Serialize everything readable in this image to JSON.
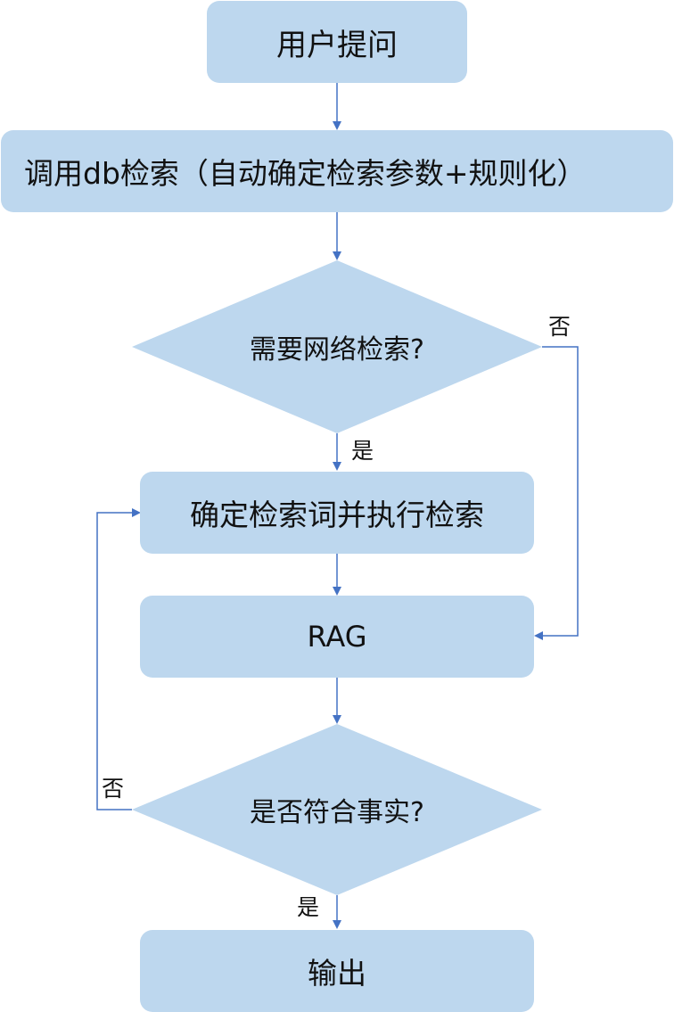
{
  "nodes": {
    "user_question": "用户提问",
    "db_search": "调用db检索（自动确定检索参数+规则化）",
    "need_web_search": "需要网络检索?",
    "determine_terms": "确定检索词并执行检索",
    "rag": "RAG",
    "fact_check": "是否符合事实?",
    "output": "输出"
  },
  "edge_labels": {
    "web_yes": "是",
    "web_no": "否",
    "fact_yes": "是",
    "fact_no": "否"
  },
  "colors": {
    "node_fill": "#bdd7ee",
    "arrow": "#4472c4"
  }
}
